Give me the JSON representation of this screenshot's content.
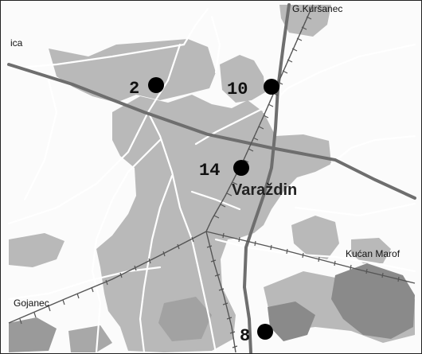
{
  "map": {
    "city": "Varaždin",
    "places": {
      "north": "G.Kuršanec",
      "west": "ica",
      "southwest": "Gojanec",
      "east": "Kućan Marof"
    },
    "markers": [
      {
        "id": "2",
        "label": "2"
      },
      {
        "id": "10",
        "label": "10"
      },
      {
        "id": "14",
        "label": "14"
      },
      {
        "id": "8",
        "label": "8"
      }
    ],
    "colors": {
      "background": "#fbfbfb",
      "urban": "#b9b9b9",
      "forest": "#8a8a8a",
      "major_road": "#6e6e6e",
      "minor_road": "#ffffff",
      "railway": "#555555",
      "marker": "#000000"
    }
  }
}
